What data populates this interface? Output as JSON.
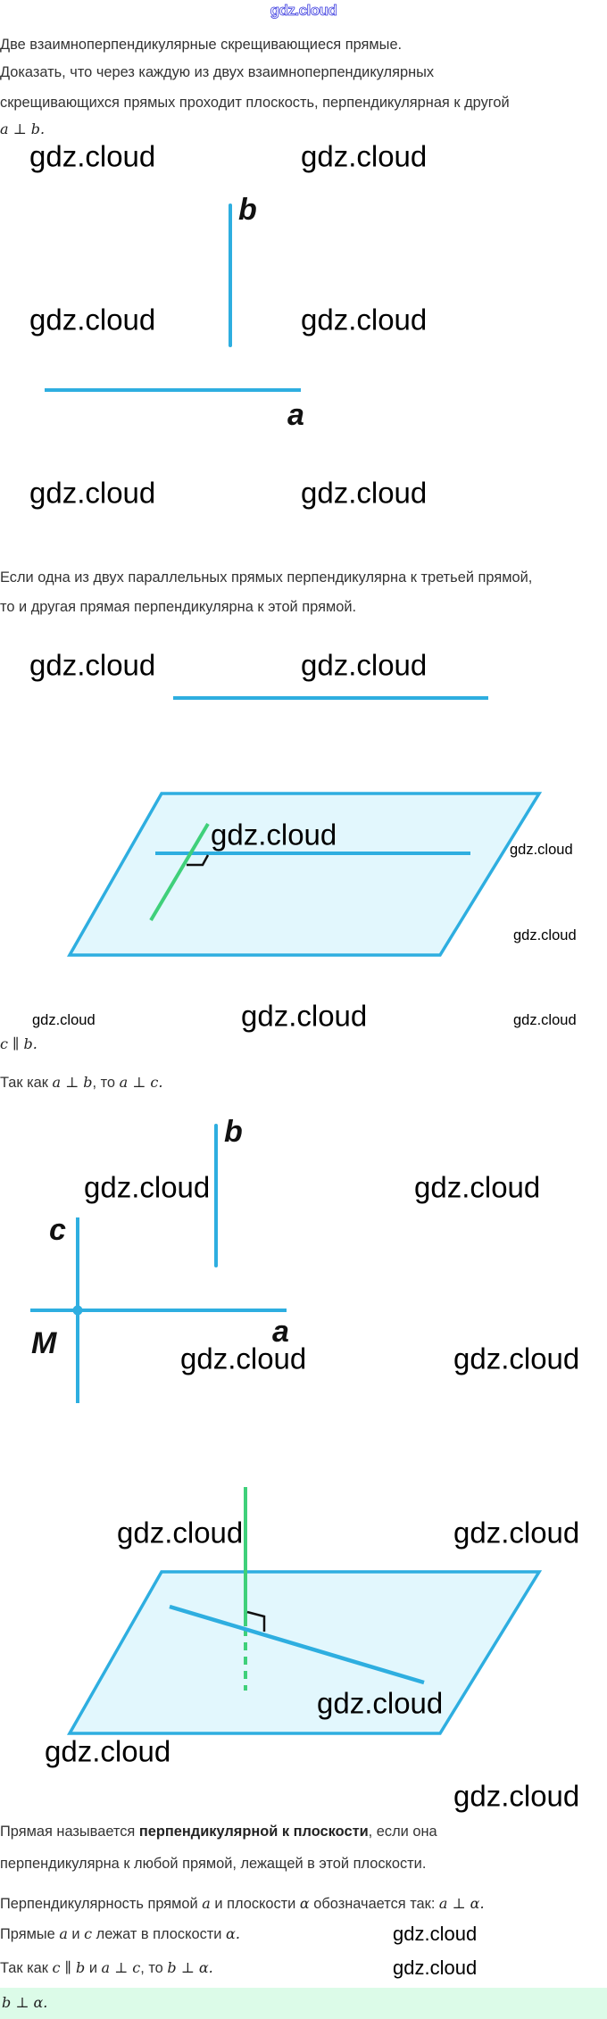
{
  "header": {
    "logo": "gdz.cloud"
  },
  "watermark": "gdz.cloud",
  "problem": {
    "lines": [
      "Две взаимноперпендикулярные скрещивающиеся прямые.",
      "Доказать, что через каждую из двух взаимноперпендикулярных",
      "скрещивающихся прямых проходит плоскость, перпендикулярная к другой"
    ],
    "given": "a ⊥ b."
  },
  "figure1": {
    "label_b": "b",
    "label_a": "a"
  },
  "theorem": {
    "lines": [
      "Если одна из двух параллельных прямых перпендикулярна к третьей прямой,",
      "то и другая прямая перпендикулярна к этой прямой."
    ]
  },
  "step1": "c ∥ b.",
  "step2": {
    "s0": "Так как ",
    "m0": "a ⊥ b",
    "s1": ", то ",
    "m1": "a ⊥ c",
    "s2": "."
  },
  "figure3": {
    "label_b": "b",
    "label_c": "c",
    "label_M": "M",
    "label_a": "a"
  },
  "definition": {
    "s0": "Прямая называется ",
    "bold": "перпендикулярной к плоскости",
    "s1": ", если она",
    "line2": "перпендикулярна к любой прямой, лежащей в этой плоскости."
  },
  "notation": {
    "s0": "Перпендикулярность прямой ",
    "m0": "a",
    "s1": " и плоскости ",
    "m1": "α",
    "s2": " обозначается так: ",
    "m2": "a ⊥ α",
    "s3": "."
  },
  "lie": {
    "s0": "Прямые ",
    "m0": "a",
    "s1": " и ",
    "m1": "c",
    "s2": " лежат в плоскости ",
    "m2": "α",
    "s3": "."
  },
  "conclusion": {
    "s0": "Так как ",
    "m0": "c ∥ b",
    "s1": " и ",
    "m1": "a ⊥ c",
    "s2": ", то ",
    "m2": "b ⊥ α",
    "s3": "."
  },
  "answer": "b ⊥ α.",
  "colors": {
    "line_blue": "#2eaee0",
    "plane_fill": "#e2f7fd",
    "line_green": "#3fd07a",
    "answer_bg": "#dcfbe8"
  }
}
